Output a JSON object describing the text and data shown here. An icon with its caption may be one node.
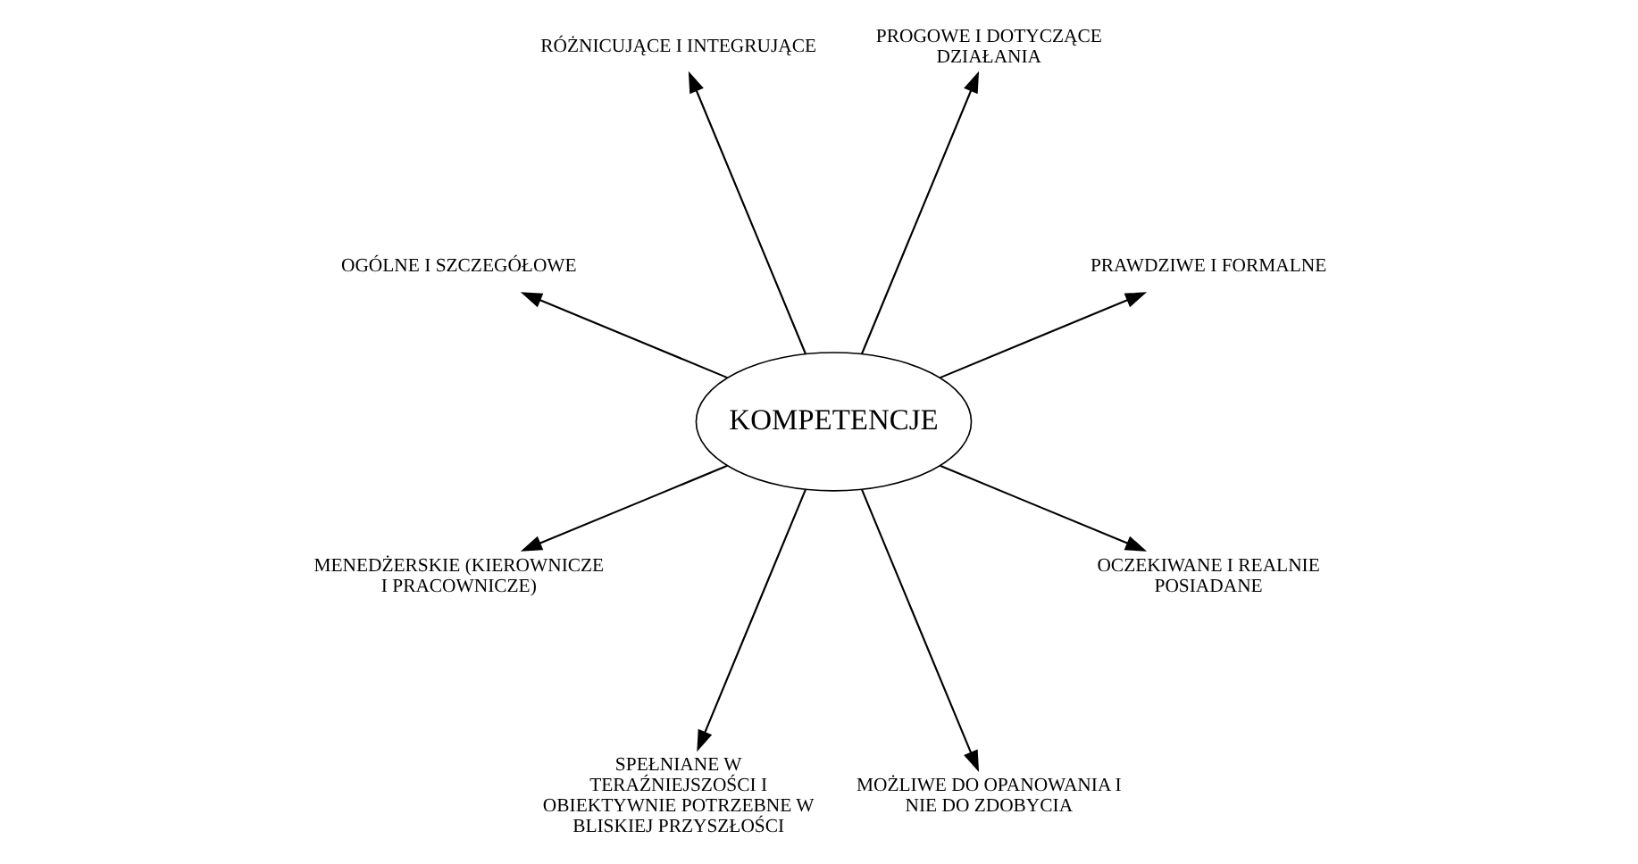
{
  "diagram": {
    "nodes": [
      {
        "text": [
          "KOMPETENCJE"
        ]
      },
      {
        "text": [
          "PRAWDZIWE I FORMALNE"
        ]
      },
      {
        "text": [
          "PROGOWE I DOTYCZĄCE DZIAŁANIA"
        ]
      },
      {
        "text": [
          "RÓŻNICUJĄCE I INTEGRUJĄCE"
        ]
      },
      {
        "text": [
          "OGÓLNE I SZCZEGÓŁOWE"
        ]
      },
      {
        "text": [
          "MENEDŻERSKIE (KIEROWNICZE I PRACOWNICZE)"
        ]
      },
      {
        "text": [
          "SPEŁNIANE W TERAŹNIEJSZOŚCI I OBIEKTYWNIE POTRZEBNE W BLISKIEJ PRZYSZŁOŚCI"
        ]
      },
      {
        "text": [
          "MOŻLIWE DO OPANOWANIA I NIE DO ZDOBYCIA"
        ]
      },
      {
        "text": [
          "OCZEKIWANE I REALNIE POSIADANE"
        ]
      }
    ],
    "edges": [
      {
        "from": 0,
        "to": 1,
        "arrow": "to"
      },
      {
        "from": 0,
        "to": 2,
        "arrow": "to"
      },
      {
        "from": 0,
        "to": 3,
        "arrow": "to"
      },
      {
        "from": 0,
        "to": 4,
        "arrow": "to"
      },
      {
        "from": 0,
        "to": 5,
        "arrow": "to"
      },
      {
        "from": 0,
        "to": 6,
        "arrow": "to"
      },
      {
        "from": 0,
        "to": 7,
        "arrow": "to"
      },
      {
        "from": 0,
        "to": 8,
        "arrow": "to"
      }
    ]
  }
}
